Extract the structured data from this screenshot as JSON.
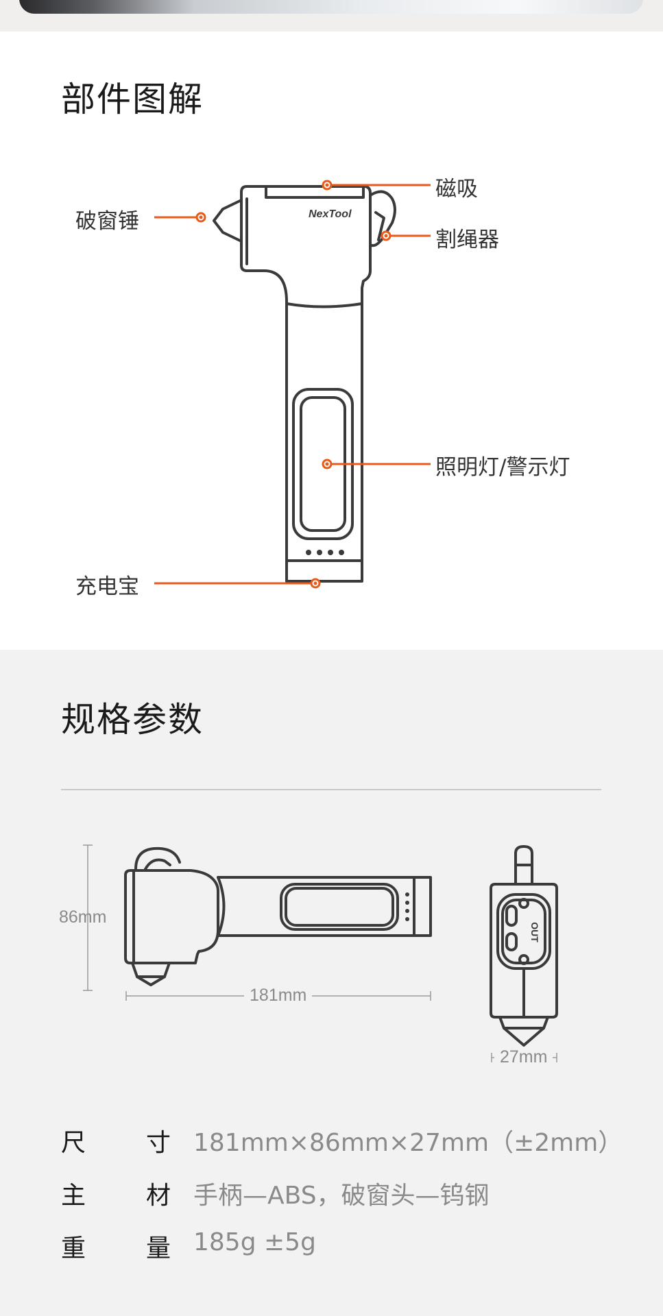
{
  "parts_section": {
    "title": "部件图解",
    "brand": "NexTool",
    "callouts": {
      "magnet": "磁吸",
      "hammer": "破窗锤",
      "cutter": "割绳器",
      "light": "照明灯/警示灯",
      "powerbank": "充电宝"
    }
  },
  "specs_section": {
    "title": "规格参数",
    "side_view_label": "OUT",
    "dimensions": {
      "height": "86mm",
      "length": "181mm",
      "width": "27mm"
    },
    "rows": [
      {
        "label_chars": [
          "尺",
          "寸"
        ],
        "value": "181mm×86mm×27mm（±2mm）"
      },
      {
        "label_chars": [
          "主",
          "材"
        ],
        "value": "手柄—ABS，破窗头—钨钢"
      },
      {
        "label_chars": [
          "重",
          "量"
        ],
        "value": "185g ±5g"
      }
    ]
  },
  "colors": {
    "accent": "#e85a1a",
    "outline": "#3a3a3a",
    "spec_bg": "#f3f2f2"
  }
}
